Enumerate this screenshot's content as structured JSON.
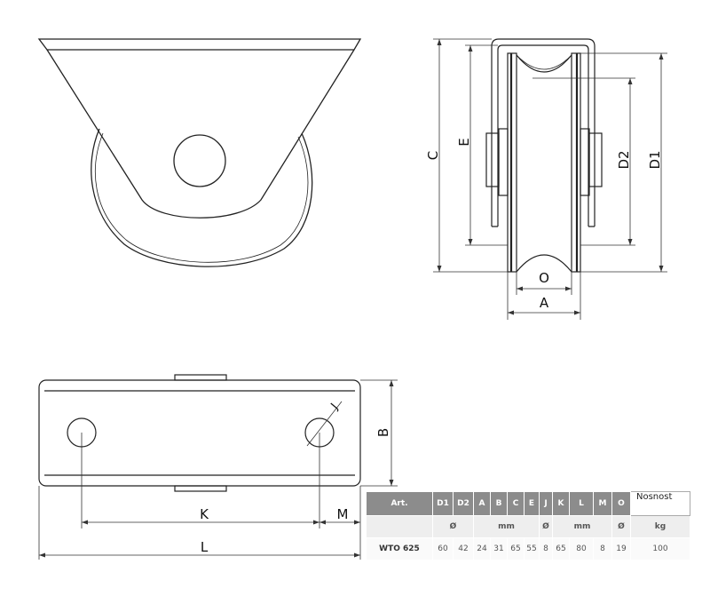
{
  "dims": {
    "C": "C",
    "E": "E",
    "D2": "D2",
    "D1": "D1",
    "O": "O",
    "A": "A",
    "B": "B",
    "J": "J",
    "K": "K",
    "M": "M",
    "L": "L"
  },
  "table": {
    "headers": [
      "Art.",
      "D1",
      "D2",
      "A",
      "B",
      "C",
      "E",
      "J",
      "K",
      "L",
      "M",
      "O"
    ],
    "nosnost": "Nosnost",
    "units": [
      "",
      "Ø",
      "",
      "mm",
      "",
      "",
      "",
      "Ø",
      "",
      "mm",
      "",
      "Ø",
      "kg"
    ],
    "row": {
      "art": "WTO 625",
      "values": [
        "60",
        "42",
        "24",
        "31",
        "65",
        "55",
        "8",
        "65",
        "80",
        "8",
        "19",
        "100"
      ]
    }
  }
}
